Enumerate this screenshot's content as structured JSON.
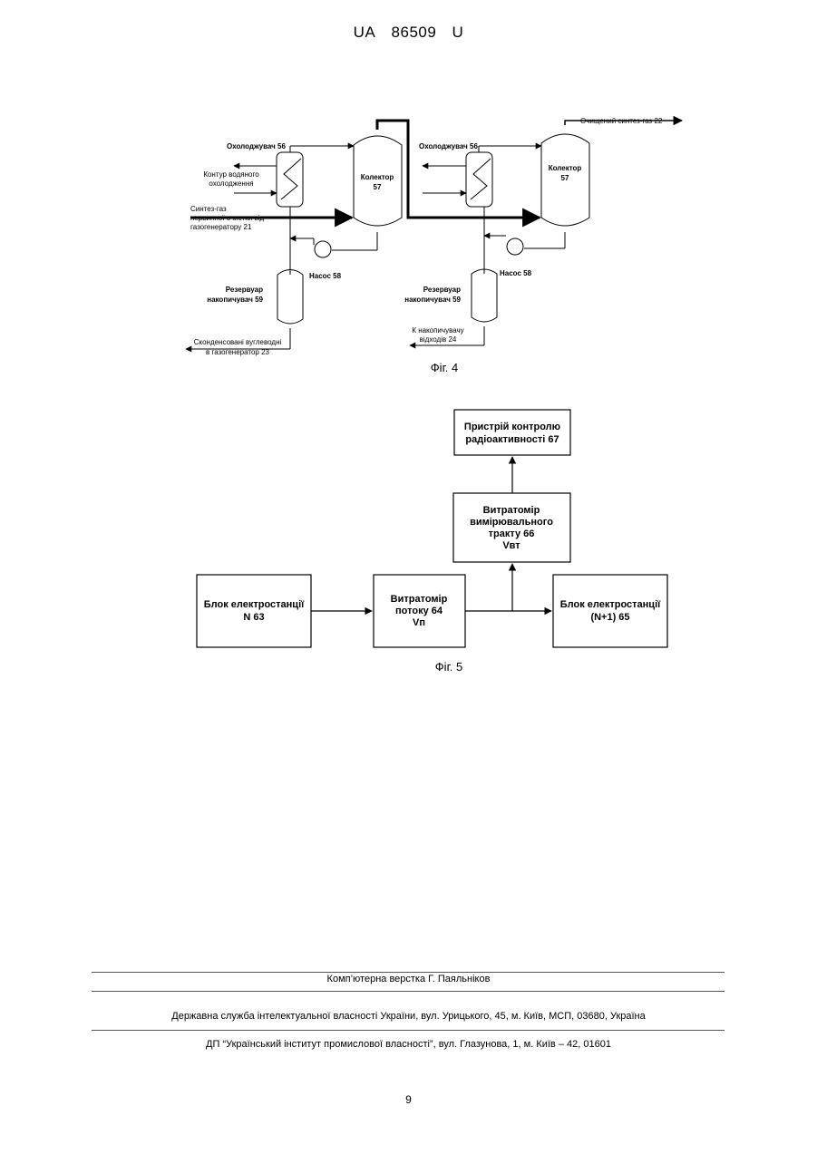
{
  "header": {
    "doc_code": "UA",
    "doc_number": "86509",
    "doc_kind": "U"
  },
  "fig4": {
    "caption": "Фіг. 4",
    "left": {
      "cooler": "Охолоджувач 56",
      "collector_1": "Колектор",
      "collector_2": "57",
      "water_1": "Контур водяного",
      "water_2": "охолодження",
      "syngas_1": "Синтез-газ",
      "syngas_2": "первинної очистки від",
      "syngas_3": "газогенератору 21",
      "pump": "Насос 58",
      "tank_1": "Резервуар",
      "tank_2": "накопичувач 59",
      "condensed_1": "Сконденсовані вуглеводні",
      "condensed_2": "в газогенератор 23"
    },
    "right": {
      "cooler": "Охолоджувач 56",
      "collector_1": "Колектор",
      "collector_2": "57",
      "clean_gas": "Очищений синтез-газ 22",
      "pump": "Насос 58",
      "tank_1": "Резервуар",
      "tank_2": "накопичувач 59",
      "waste_1": "К накопичувачу",
      "waste_2": "відходів 24"
    }
  },
  "fig5": {
    "caption": "Фіг. 5",
    "block_n_1": "Блок електростанції",
    "block_n_2": "N 63",
    "flowmeter_1": "Витратомір",
    "flowmeter_2": "потоку 64",
    "flowmeter_3": "Vп",
    "block_n1_1": "Блок електростанції",
    "block_n1_2": "(N+1) 65",
    "meas_1": "Витратомір",
    "meas_2": "вимірювального",
    "meas_3": "тракту 66",
    "meas_4": "Vвт",
    "radio_1": "Пристрій контролю",
    "radio_2": "радіоактивності 67"
  },
  "footer": {
    "line1": "Комп’ютерна верстка Г. Паяльніков",
    "line2": "Державна служба інтелектуальної власності України, вул. Урицького, 45, м. Київ, МСП, 03680, Україна",
    "line3": "ДП “Український інститут промислової власності”, вул. Глазунова, 1, м. Київ – 42, 01601",
    "page": "9"
  }
}
